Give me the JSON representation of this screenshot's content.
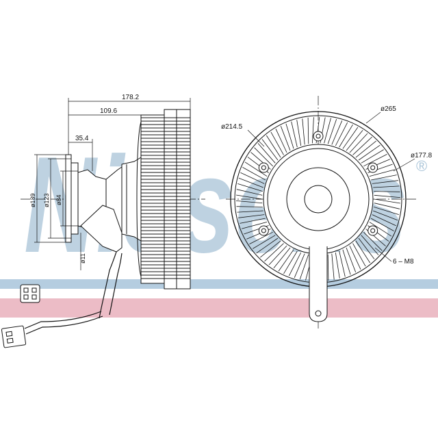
{
  "watermark": {
    "text": "Nissens",
    "registered_mark": "®",
    "color": "#a9c4d8"
  },
  "bands": {
    "blue": "#b5cde0",
    "pink": "#ecbcc6"
  },
  "dimensions": {
    "overall_length": "178.2",
    "hub_length": "109.6",
    "flange_offset": "35.4",
    "diam_139": "ø139",
    "diam_123": "ø123",
    "diam_84": "ø84",
    "diam_11": "ø11",
    "outer_diameter": "ø265",
    "diam_214": "ø214.5",
    "diam_177": "ø177.8",
    "bolt_spec": "6 – M8"
  }
}
